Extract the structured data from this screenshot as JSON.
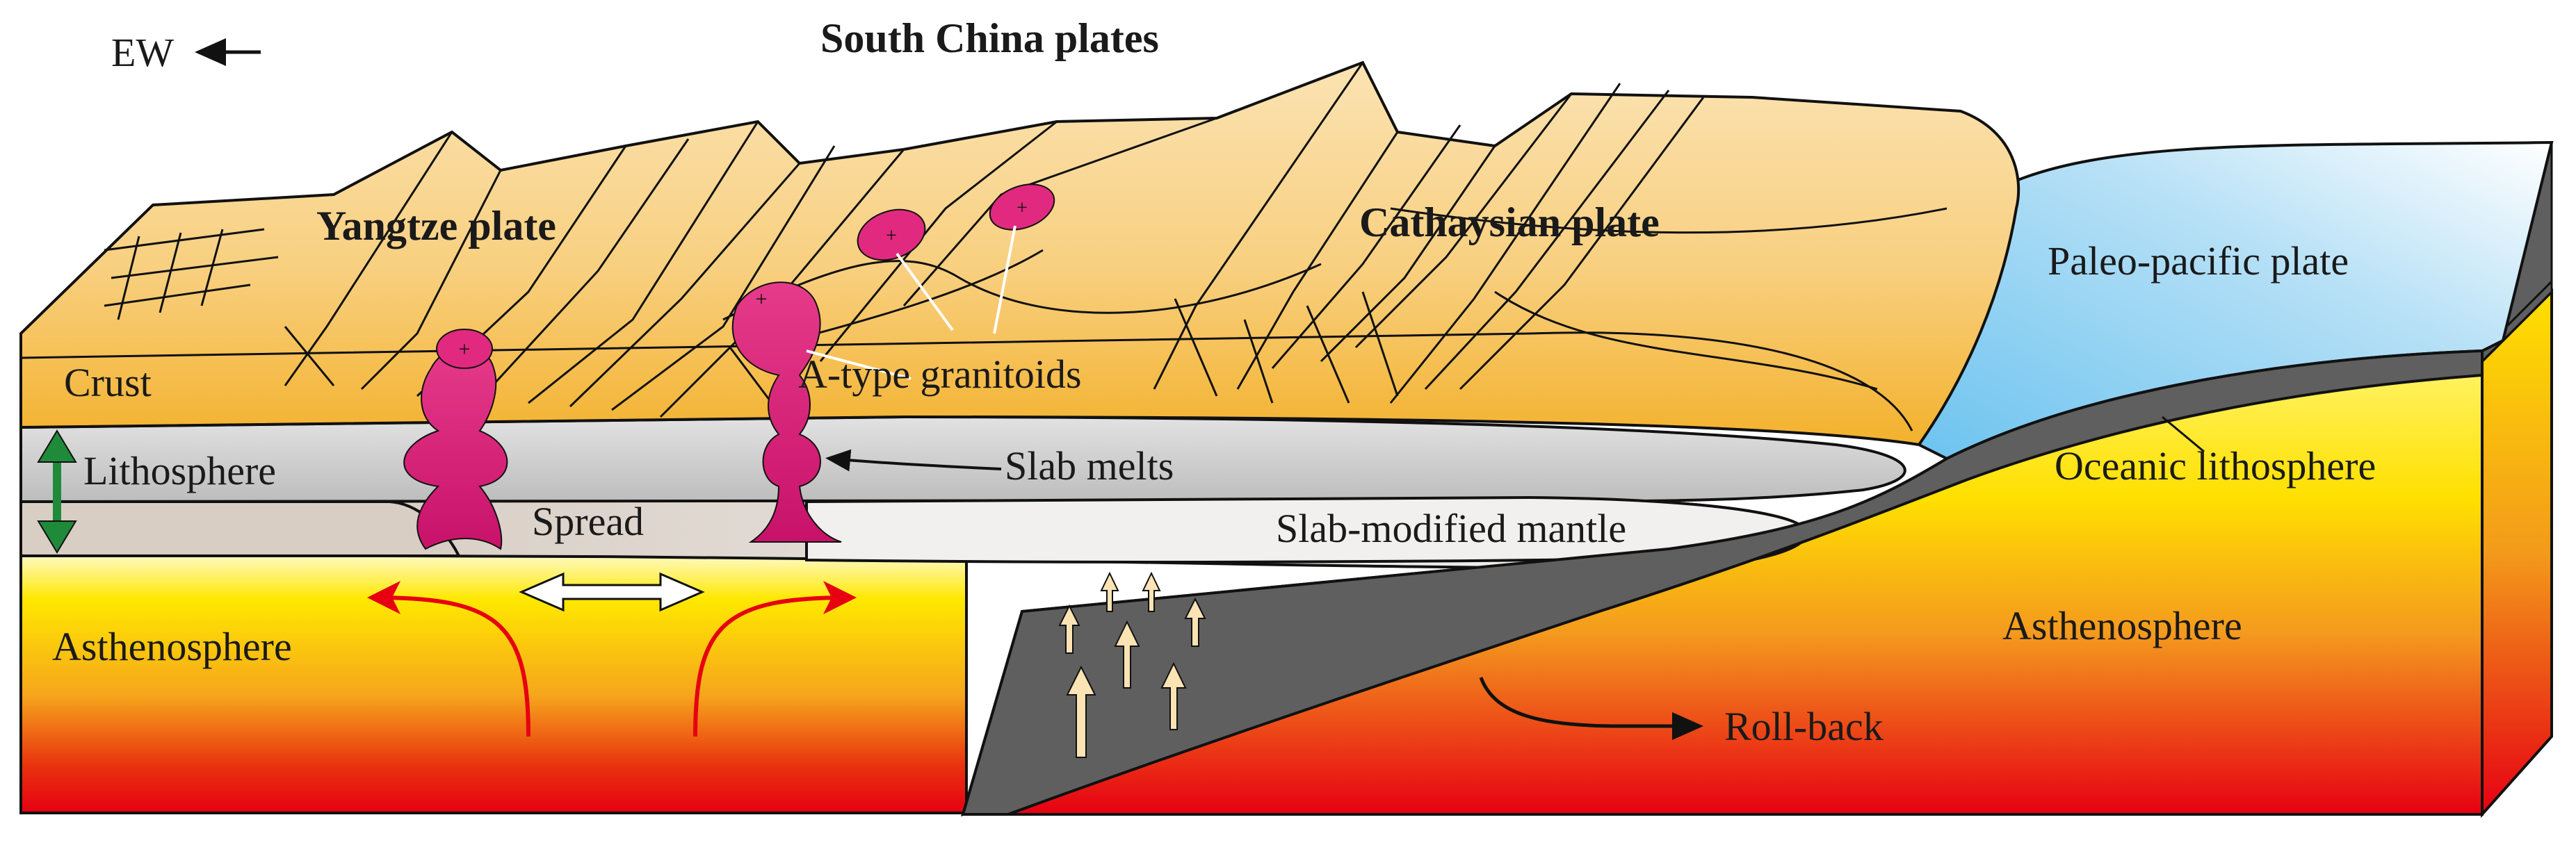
{
  "title": "South China plates",
  "direction_label": "EW",
  "plates": {
    "yangtze": "Yangtze plate",
    "cathaysian": "Cathaysian plate",
    "paleo_pacific": "Paleo-pacific plate"
  },
  "layers": {
    "crust": "Crust",
    "lithosphere": "Lithosphere",
    "asthenosphere_left": "Asthenosphere",
    "asthenosphere_right": "Asthenosphere",
    "oceanic_lithosphere": "Oceanic lithosphere",
    "slab_modified_mantle": "Slab-modified mantle"
  },
  "annotations": {
    "spread": "Spread",
    "slab_melts": "Slab melts",
    "granitoids": "A-type granitoids",
    "roll_back": "Roll-back"
  },
  "colors": {
    "crust": "#f6c25a",
    "lithosphere": "#cfcfcf",
    "magma": "#d81b7a",
    "ocean": "#1aa3e3",
    "hot_mantle": "#e60012",
    "slab": "#5f5f5f"
  }
}
